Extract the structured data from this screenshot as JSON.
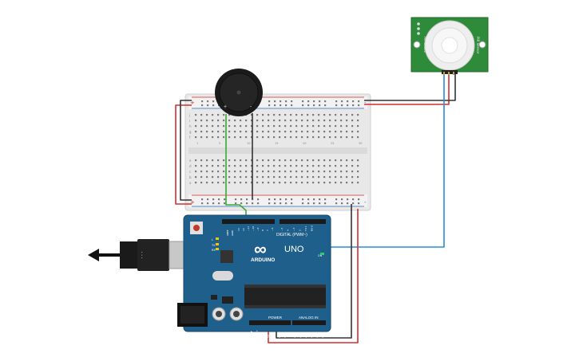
{
  "breadboard": {
    "row_letters_top": [
      "j",
      "i",
      "h",
      "g",
      "f"
    ],
    "row_letters_bottom": [
      "e",
      "d",
      "c",
      "b",
      "a"
    ],
    "col_numbers": [
      "1",
      "5",
      "10",
      "15",
      "20",
      "25",
      "30"
    ],
    "plus": "+",
    "minus": "-"
  },
  "buzzer": {
    "plus": "+",
    "minus": "-"
  },
  "pir": {
    "left_text": "HC-SR501",
    "right_text": "PIR Sensor"
  },
  "arduino": {
    "brand": "ARDUINO",
    "model": "UNO",
    "digital_label": "DIGITAL (PWM~)",
    "power_label": "POWER",
    "analog_label": "ANALOG IN",
    "on_label": "ON",
    "tx_label": "TX",
    "rx_label": "RX",
    "l_label": "L",
    "aref": "AREF",
    "gnd": "GND",
    "digital_pins": [
      "13",
      "12",
      "~11",
      "~10",
      "~9",
      "8",
      "7",
      "~6",
      "~5",
      "4",
      "~3",
      "2",
      "TX 1",
      "RX 0"
    ],
    "power_pins": [
      "IOREF",
      "RESET",
      "3.3V",
      "5V",
      "GND",
      "GND",
      "Vin"
    ],
    "analog_pins": [
      "A0",
      "A1",
      "A2",
      "A3",
      "A4",
      "A5"
    ]
  },
  "colors": {
    "red_wire": "#d32f2f",
    "black_wire": "#333333",
    "blue_wire": "#2b8bd0",
    "green_wire": "#3aaa35",
    "board_blue": "#1f5f8b",
    "pir_green": "#2e8b3a"
  }
}
